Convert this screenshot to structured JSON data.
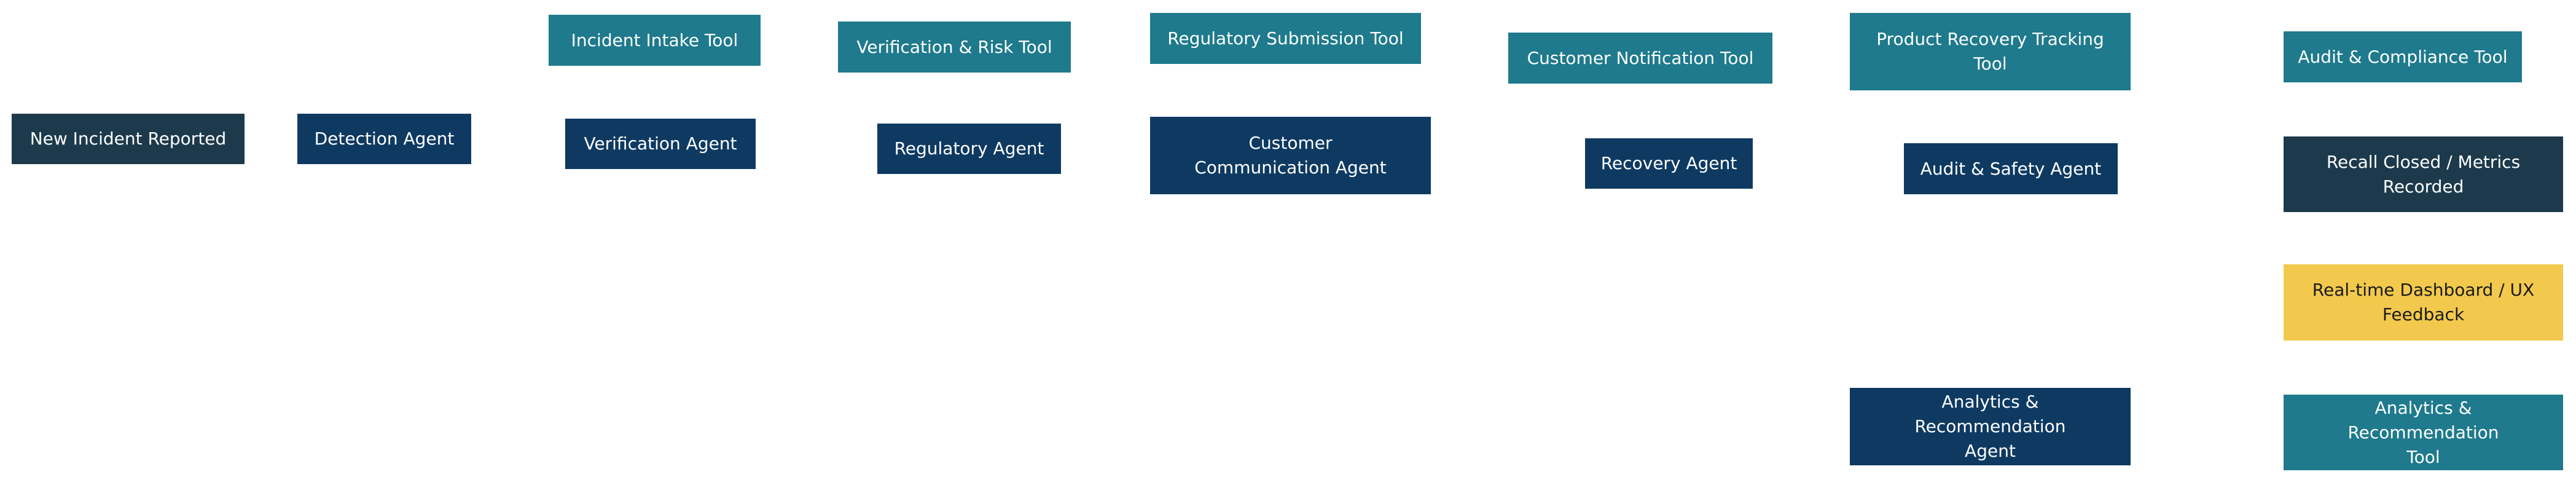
{
  "diagram": {
    "type": "flowchart",
    "colors": {
      "agent": "#0e3a62",
      "tool": "#1e7a8c",
      "terminal": "#1c3a4c",
      "output": "#f2c94c"
    },
    "nodes": {
      "new_incident": {
        "label": "New Incident Reported",
        "kind": "terminal"
      },
      "detection_agent": {
        "label": "Detection Agent",
        "kind": "agent"
      },
      "incident_intake_tool": {
        "label": "Incident Intake Tool",
        "kind": "tool"
      },
      "verification_agent": {
        "label": "Verification Agent",
        "kind": "agent"
      },
      "verification_risk_tool": {
        "label": "Verification & Risk Tool",
        "kind": "tool"
      },
      "regulatory_agent": {
        "label": "Regulatory Agent",
        "kind": "agent"
      },
      "regulatory_submission_tool": {
        "label": "Regulatory Submission Tool",
        "kind": "tool"
      },
      "customer_communication_agent": {
        "label": "Customer Communication Agent",
        "kind": "agent"
      },
      "customer_notification_tool": {
        "label": "Customer Notification Tool",
        "kind": "tool"
      },
      "recovery_agent": {
        "label": "Recovery Agent",
        "kind": "agent"
      },
      "product_recovery_tracking_tool": {
        "label": "Product Recovery Tracking Tool",
        "kind": "tool"
      },
      "audit_safety_agent": {
        "label": "Audit & Safety Agent",
        "kind": "agent"
      },
      "analytics_recommendation_agent": {
        "label": "Analytics & Recommendation Agent",
        "kind": "agent"
      },
      "audit_compliance_tool": {
        "label": "Audit & Compliance Tool",
        "kind": "tool"
      },
      "recall_closed": {
        "label": "Recall Closed / Metrics Recorded",
        "kind": "terminal"
      },
      "realtime_dashboard": {
        "label": "Real-time Dashboard / UX Feedback",
        "kind": "output"
      },
      "analytics_recommendation_tool": {
        "label": "Analytics & Recommendation Tool",
        "kind": "tool"
      }
    }
  }
}
